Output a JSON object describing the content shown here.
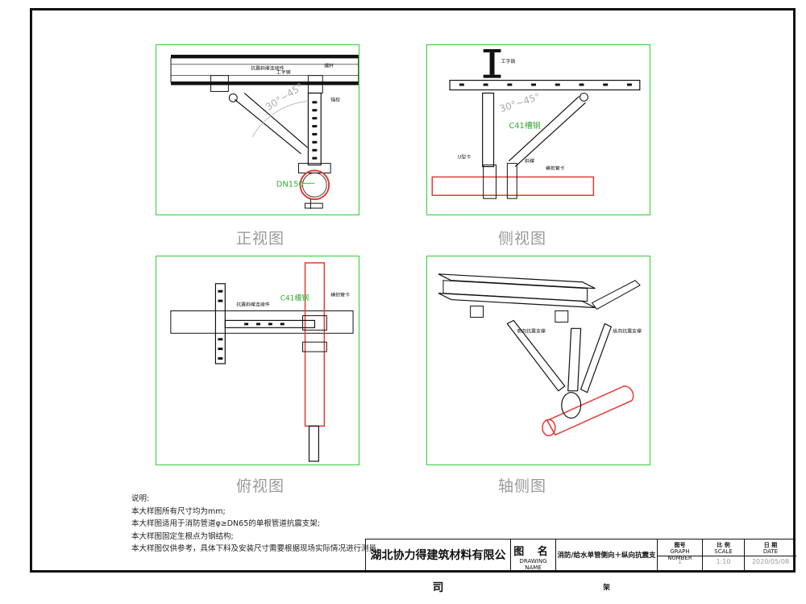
{
  "views": {
    "front": {
      "label": "正视图",
      "pipe": "DN150",
      "angle": "30°~45°",
      "callouts": [
        "抗震斜撑连接件",
        "工字钢",
        "螺杆",
        "锚栓"
      ]
    },
    "side": {
      "label": "侧视图",
      "angle": "30°~45°",
      "channel": "C41槽钢",
      "callouts": [
        "工字钢",
        "U型卡",
        "斜撑",
        "横担管卡"
      ]
    },
    "top": {
      "label": "俯视图",
      "channel": "C41槽钢",
      "callouts": [
        "抗震斜撑连接件",
        "横担管卡"
      ]
    },
    "iso": {
      "label": "轴侧图",
      "callouts": [
        "侧向抗震支撑",
        "纵向抗震支撑"
      ]
    }
  },
  "notes": {
    "title": "说明:",
    "lines": [
      "本大样图所有尺寸均为mm;",
      "本大样图适用于消防管道φ≥DN65的单根管道抗震支架;",
      "本大样图固定生根点为钢结构;",
      "本大样图仅供参考，具体下料及安装尺寸需要根据现场实际情况进行测量。"
    ]
  },
  "titleblock": {
    "company": "湖北协力得建筑材料有限公司",
    "drawing_name_cn": "图 名",
    "drawing_name_en": "DRAWING NAME",
    "drawing_title": "消防/给水单管侧向＋纵向抗震支架",
    "graph_number_cn": "图号",
    "graph_number_en": "GRAPH NUMBER",
    "graph_number": "1",
    "scale_cn": "比 例",
    "scale_en": "SCALE",
    "scale": "1:10",
    "date_cn": "日 期",
    "date_en": "DATE",
    "date": "2020/05/08"
  },
  "colors": {
    "panel_border": "#33cc33",
    "pipe": "#e53935",
    "line": "#111111",
    "label": "#9a9a9a"
  }
}
